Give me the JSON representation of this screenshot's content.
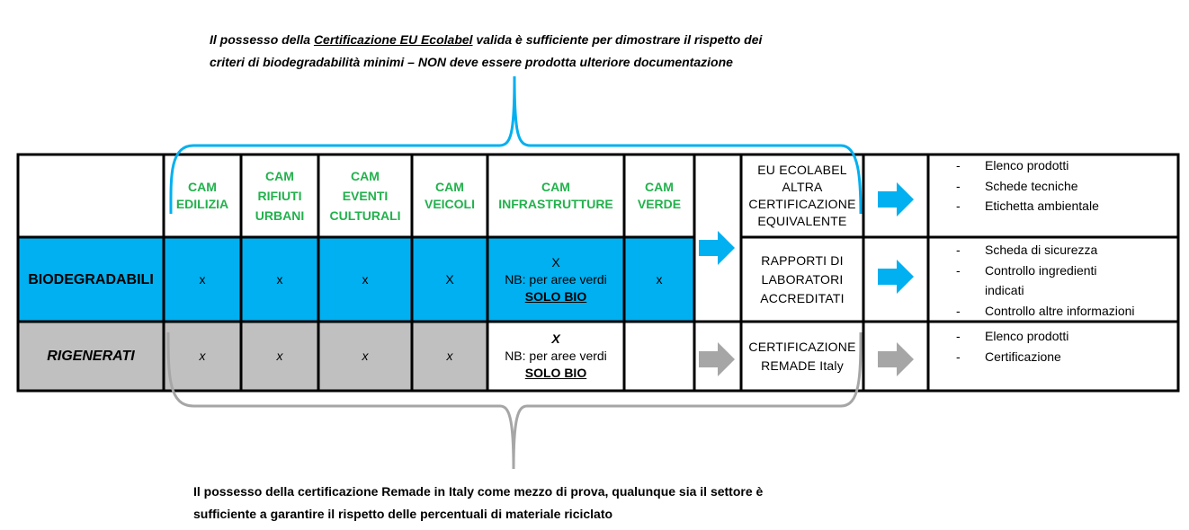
{
  "notes": {
    "top_pre": "Il possesso della ",
    "top_underlined": "Certificazione  EU Ecolabel",
    "top_post": " valida è sufficiente per dimostrare il rispetto dei",
    "top_line2": "criteri  di biodegradabilità minimi – NON deve essere prodotta ulteriore documentazione",
    "bottom_line1": "Il possesso della certificazione Remade in Italy come mezzo di prova, qualunque sia il settore è",
    "bottom_line2": "sufficiente a garantire il rispetto delle percentuali di materiale riciclato"
  },
  "columns": [
    {
      "l1": "CAM",
      "l2": "EDILIZIA",
      "l3": ""
    },
    {
      "l1": "CAM",
      "l2": "RIFIUTI",
      "l3": "URBANI"
    },
    {
      "l1": "CAM",
      "l2": "EVENTI",
      "l3": "CULTURALI"
    },
    {
      "l1": "CAM",
      "l2": "VEICOLI",
      "l3": ""
    },
    {
      "l1": "CAM",
      "l2": "INFRASTRUTTURE",
      "l3": ""
    },
    {
      "l1": "CAM",
      "l2": "VERDE",
      "l3": ""
    }
  ],
  "rows": {
    "biodegradabili": {
      "label": "BIODEGRADABILI",
      "marks": [
        "x",
        "x",
        "x",
        "X",
        "x"
      ],
      "infra": {
        "mark": "X",
        "note": "NB: per aree verdi",
        "emph": "SOLO BIO"
      }
    },
    "rigenerati": {
      "label": "RIGENERATI",
      "marks": [
        "x",
        "x",
        "x",
        "x"
      ],
      "infra": {
        "mark": "X",
        "note": "NB: per aree verdi",
        "emph": "SOLO BIO"
      }
    }
  },
  "certifications": {
    "ecolabel": [
      "EU ECOLABEL",
      "ALTRA",
      "CERTIFICAZIONE",
      "EQUIVALENTE"
    ],
    "laboratori": [
      "RAPPORTI DI",
      "LABORATORI",
      "ACCREDITATI"
    ],
    "remade": [
      "CERTIFICAZIONE",
      "REMADE Italy"
    ]
  },
  "documents": {
    "ecolabel": [
      "Elenco prodotti",
      "Schede tecniche",
      "Etichetta ambientale"
    ],
    "laboratori": [
      "Scheda di sicurezza",
      "Controllo ingredienti indicati",
      "Controllo altre informazioni"
    ],
    "remade": [
      "Elenco prodotti",
      "Certificazione"
    ]
  },
  "colors": {
    "accent_blue": "#00b0f0",
    "gray": "#c0c0c0",
    "header_green": "#22b14c",
    "arrow_gray": "#a6a6a6"
  }
}
